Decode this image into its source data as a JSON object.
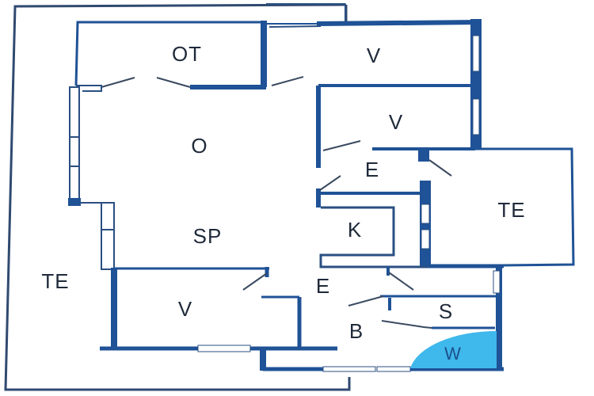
{
  "plan": {
    "colors": {
      "wall": "#1f5296",
      "thin_line": "#2a4f82",
      "outline": "#304a70",
      "window_fill": "#ffffff",
      "door_swing": "#3a4a60",
      "label": "#1f2a3a",
      "wardrobe_fill": "#3fb8ec",
      "wardrobe_label": "#1e4f8a",
      "background": "#ffffff"
    },
    "rooms": [
      {
        "id": "ot",
        "label": "OT"
      },
      {
        "id": "v-top-right",
        "label": "V"
      },
      {
        "id": "v-middle-right",
        "label": "V"
      },
      {
        "id": "o",
        "label": "O"
      },
      {
        "id": "e-upper",
        "label": "E"
      },
      {
        "id": "te-right",
        "label": "TE"
      },
      {
        "id": "k",
        "label": "K"
      },
      {
        "id": "sp",
        "label": "SP"
      },
      {
        "id": "te-left",
        "label": "TE"
      },
      {
        "id": "v-bottom-left",
        "label": "V"
      },
      {
        "id": "e-lower",
        "label": "E"
      },
      {
        "id": "s",
        "label": "S"
      },
      {
        "id": "b",
        "label": "B"
      },
      {
        "id": "w",
        "label": "W"
      }
    ]
  }
}
